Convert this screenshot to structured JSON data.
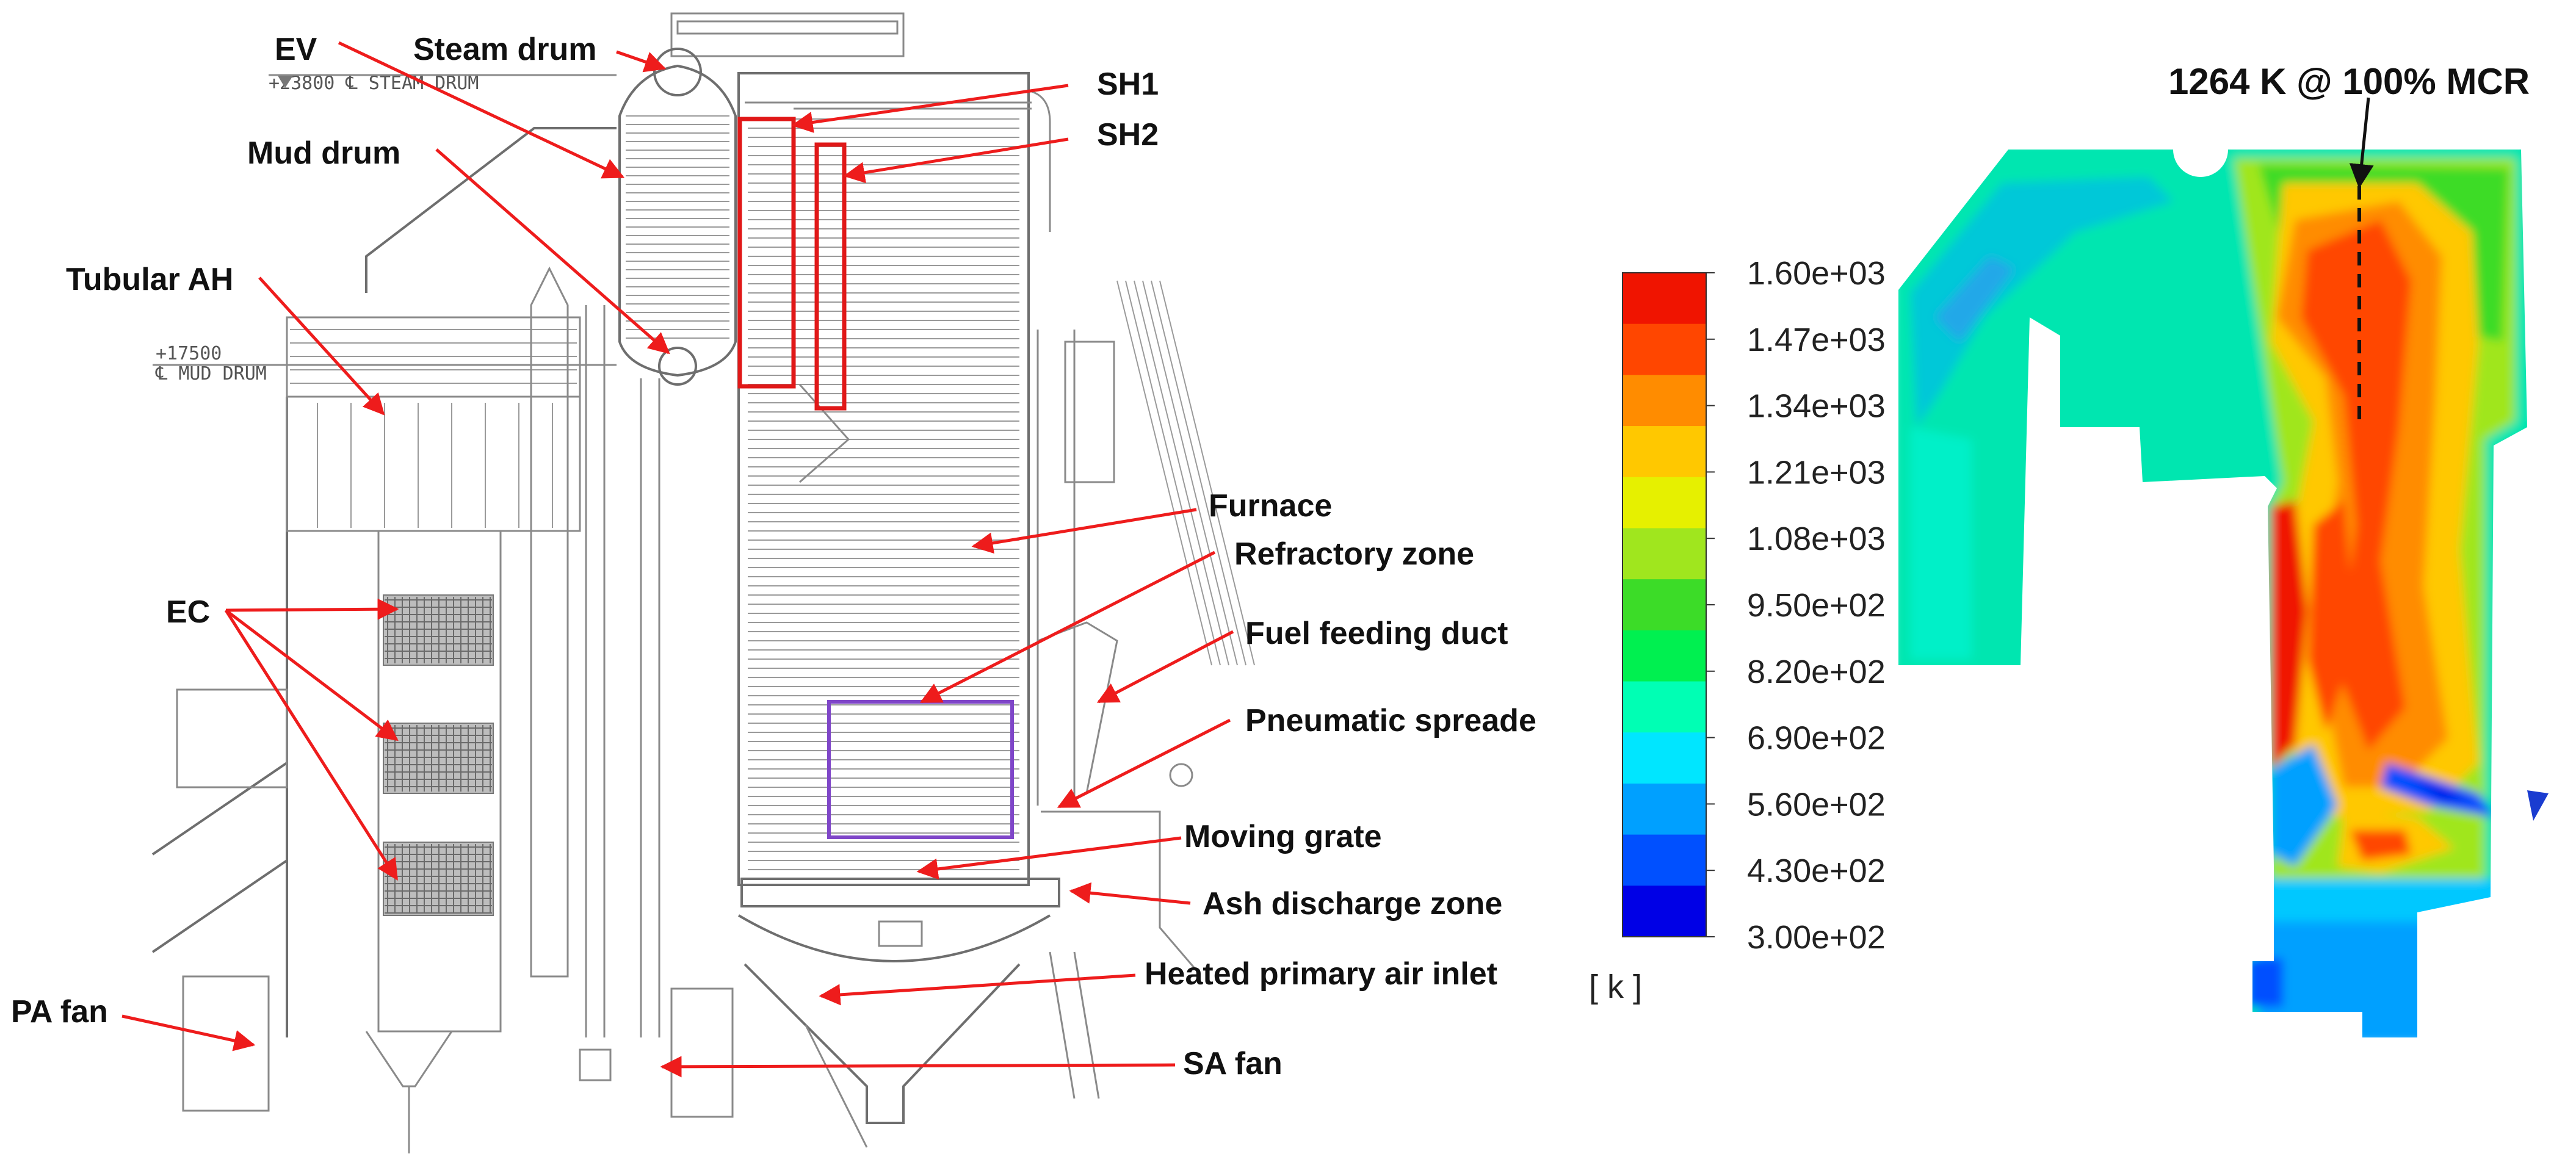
{
  "drawing": {
    "elevation_steam_drum": "+23800 ℄ STEAM DRUM",
    "elevation_mud_drum_value": "+17500",
    "elevation_mud_drum_label": "℄ MUD DRUM"
  },
  "labels": {
    "ev": "EV",
    "steam_drum": "Steam drum",
    "sh1": "SH1",
    "sh2": "SH2",
    "mud_drum": "Mud drum",
    "tubular_ah": "Tubular AH",
    "furnace": "Furnace",
    "refractory_zone": "Refractory zone",
    "fuel_feeding_duct": "Fuel feeding duct",
    "ec": "EC",
    "pneumatic_spreader": "Pneumatic spreade",
    "moving_grate": "Moving grate",
    "ash_discharge_zone": "Ash discharge zone",
    "heated_primary_air_inlet": "Heated primary air inlet",
    "pa_fan": "PA fan",
    "sa_fan": "SA fan"
  },
  "colors": {
    "leader": "#ee1c1c",
    "highlight_box": "#e01818",
    "refractory_box": "#7f46c8",
    "spectrum": [
      "#0000e6",
      "#0050ff",
      "#00a0ff",
      "#00e6ff",
      "#00ffb4",
      "#00f050",
      "#3cdc28",
      "#a0e61e",
      "#e6f000",
      "#ffc800",
      "#ff8c00",
      "#ff4600",
      "#f01400"
    ]
  },
  "legend": {
    "ticks": [
      "1.60e+03",
      "1.47e+03",
      "1.34e+03",
      "1.21e+03",
      "1.08e+03",
      "9.50e+02",
      "8.20e+02",
      "6.90e+02",
      "5.60e+02",
      "4.30e+02",
      "3.00e+02"
    ],
    "unit": "[ k ]",
    "min": 300,
    "max": 1600
  },
  "contour": {
    "peak_label": "1264 K @ 100% MCR"
  }
}
